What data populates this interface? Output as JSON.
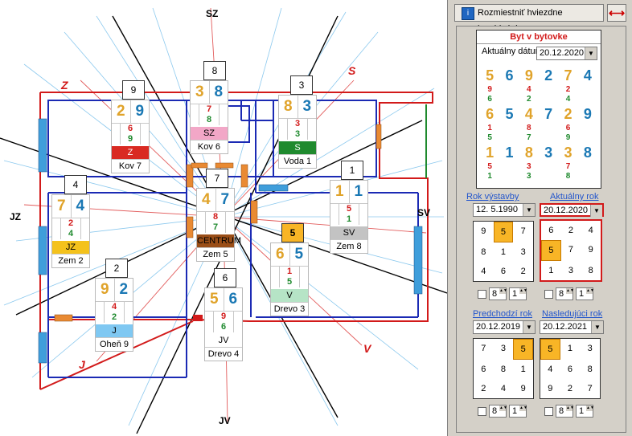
{
  "plan": {
    "directions": {
      "SZ": "SZ",
      "S": "S",
      "JZ": "JZ",
      "SV": "SV",
      "JV": "JV",
      "Z": "Z",
      "V": "V",
      "J": "J",
      "S_red": "S"
    },
    "rooms": [
      {
        "id": "kov7",
        "period": "9",
        "top": [
          "2",
          "9"
        ],
        "mid": [
          "6",
          "9"
        ],
        "label": "Z",
        "room": "Kov 7",
        "color": "#d92a22",
        "topColors": [
          "#e0a32a",
          "#1a78b4"
        ]
      },
      {
        "id": "kov6",
        "period": "8",
        "top": [
          "3",
          "8"
        ],
        "mid": [
          "7",
          "8"
        ],
        "label": "SZ",
        "room": "Kov 6",
        "color": "#f2a7c7",
        "topColors": [
          "#e0a32a",
          "#1a78b4"
        ]
      },
      {
        "id": "voda1",
        "period": "3",
        "top": [
          "8",
          "3"
        ],
        "mid": [
          "3",
          "3"
        ],
        "label": "S",
        "room": "Voda 1",
        "color": "#1f8a2e",
        "topColors": [
          "#e0a32a",
          "#1a78b4"
        ]
      },
      {
        "id": "zem2",
        "period": "4",
        "top": [
          "7",
          "4"
        ],
        "mid": [
          "2",
          "4"
        ],
        "label": "JZ",
        "room": "Zem 2",
        "color": "#f4c21c",
        "topColors": [
          "#e0a32a",
          "#1a78b4"
        ]
      },
      {
        "id": "zem5",
        "period": "7",
        "top": [
          "4",
          "7"
        ],
        "mid": [
          "8",
          "7"
        ],
        "label": "CENTRUM",
        "room": "Zem 5",
        "color": "#9a4e17",
        "topColors": [
          "#e0a32a",
          "#1a78b4"
        ]
      },
      {
        "id": "zem8",
        "period": "1",
        "top": [
          "1",
          "1"
        ],
        "mid": [
          "5",
          "1"
        ],
        "label": "SV",
        "room": "Zem 8",
        "color": "#c3c3c3",
        "topColors": [
          "#e0a32a",
          "#1a78b4"
        ]
      },
      {
        "id": "drevo3",
        "period": "5",
        "top": [
          "6",
          "5"
        ],
        "mid": [
          "1",
          "5"
        ],
        "label": "V",
        "room": "Drevo 3",
        "color": "#b6e4c6",
        "topColors": [
          "#e0a32a",
          "#1a78b4"
        ]
      },
      {
        "id": "ohen9",
        "period": "2",
        "top": [
          "9",
          "2"
        ],
        "mid": [
          "4",
          "2"
        ],
        "label": "J",
        "room": "Oheň 9",
        "color": "#7fc8f2",
        "topColors": [
          "#e0a32a",
          "#1a78b4"
        ]
      },
      {
        "id": "drevo4",
        "period": "6",
        "top": [
          "5",
          "6"
        ],
        "mid": [
          "9",
          "6"
        ],
        "label": "JV",
        "room": "Drevo 4",
        "color": "#ffffff",
        "topColors": [
          "#e0a32a",
          "#1a78b4"
        ]
      }
    ]
  },
  "panel": {
    "toolbar": {
      "main_label": "Rozmiestniť hviezdne kombinácie",
      "main_icon": "info-icon",
      "swap_icon": "swap-arrows-icon"
    },
    "flat": {
      "title": "Byt v bytovke",
      "date_label": "Aktuálny dátum",
      "date_value": "20.12.2020",
      "grid": [
        {
          "n": "5",
          "c": "#e0a32a",
          "s1": "9",
          "s1c": "#d21a1a",
          "s2": "6",
          "s2c": "#1f8a2e"
        },
        {
          "n": "6",
          "c": "#1a78b4",
          "s1": "",
          "s1c": "#000",
          "s2": "",
          "s2c": "#000"
        },
        {
          "n": "9",
          "c": "#e0a32a",
          "s1": "4",
          "s1c": "#d21a1a",
          "s2": "2",
          "s2c": "#1f8a2e"
        },
        {
          "n": "2",
          "c": "#1a78b4",
          "s1": "",
          "s1c": "#000",
          "s2": "",
          "s2c": "#000"
        },
        {
          "n": "7",
          "c": "#e0a32a",
          "s1": "2",
          "s1c": "#d21a1a",
          "s2": "4",
          "s2c": "#1f8a2e"
        },
        {
          "n": "4",
          "c": "#1a78b4",
          "s1": "",
          "s1c": "#000",
          "s2": "",
          "s2c": "#000"
        },
        {
          "n": "6",
          "c": "#e0a32a",
          "s1": "1",
          "s1c": "#d21a1a",
          "s2": "5",
          "s2c": "#1f8a2e"
        },
        {
          "n": "5",
          "c": "#1a78b4",
          "s1": "",
          "s1c": "#000",
          "s2": "",
          "s2c": "#000"
        },
        {
          "n": "4",
          "c": "#e0a32a",
          "s1": "8",
          "s1c": "#d21a1a",
          "s2": "7",
          "s2c": "#1f8a2e"
        },
        {
          "n": "7",
          "c": "#1a78b4",
          "s1": "",
          "s1c": "#000",
          "s2": "",
          "s2c": "#000"
        },
        {
          "n": "2",
          "c": "#e0a32a",
          "s1": "6",
          "s1c": "#d21a1a",
          "s2": "9",
          "s2c": "#1f8a2e"
        },
        {
          "n": "9",
          "c": "#1a78b4",
          "s1": "",
          "s1c": "#000",
          "s2": "",
          "s2c": "#000"
        },
        {
          "n": "1",
          "c": "#e0a32a",
          "s1": "5",
          "s1c": "#d21a1a",
          "s2": "1",
          "s2c": "#1f8a2e"
        },
        {
          "n": "1",
          "c": "#1a78b4",
          "s1": "",
          "s1c": "#000",
          "s2": "",
          "s2c": "#000"
        },
        {
          "n": "8",
          "c": "#e0a32a",
          "s1": "3",
          "s1c": "#d21a1a",
          "s2": "3",
          "s2c": "#1f8a2e"
        },
        {
          "n": "3",
          "c": "#1a78b4",
          "s1": "",
          "s1c": "#000",
          "s2": "",
          "s2c": "#000"
        },
        {
          "n": "3",
          "c": "#e0a32a",
          "s1": "7",
          "s1c": "#d21a1a",
          "s2": "8",
          "s2c": "#1f8a2e"
        },
        {
          "n": "8",
          "c": "#1a78b4",
          "s1": "",
          "s1c": "#000",
          "s2": "",
          "s2c": "#000"
        }
      ]
    },
    "rok_vystavby": {
      "label": "Rok výstavby",
      "value": "12. 5.1990",
      "grid": [
        "9",
        "5",
        "7",
        "8",
        "1",
        "3",
        "4",
        "6",
        "2"
      ],
      "hl": 1,
      "spin1": "8",
      "spin2": "1"
    },
    "aktualny_rok": {
      "label": "Aktuálny rok",
      "value": "20.12.2020",
      "grid": [
        "6",
        "2",
        "4",
        "5",
        "7",
        "9",
        "1",
        "3",
        "8"
      ],
      "hl": 3,
      "spin1": "8",
      "spin2": "1"
    },
    "predchadzajuci": {
      "label": "Predchodzí rok",
      "value": "20.12.2019",
      "grid": [
        "7",
        "3",
        "5",
        "6",
        "8",
        "1",
        "2",
        "4",
        "9"
      ],
      "hl": 2,
      "spin1": "8",
      "spin2": "1"
    },
    "nasledujuci": {
      "label": "Nasledujúci rok",
      "value": "20.12.2021",
      "grid": [
        "5",
        "1",
        "3",
        "4",
        "6",
        "8",
        "9",
        "2",
        "7"
      ],
      "hl": 0,
      "spin1": "8",
      "spin2": "1"
    }
  }
}
